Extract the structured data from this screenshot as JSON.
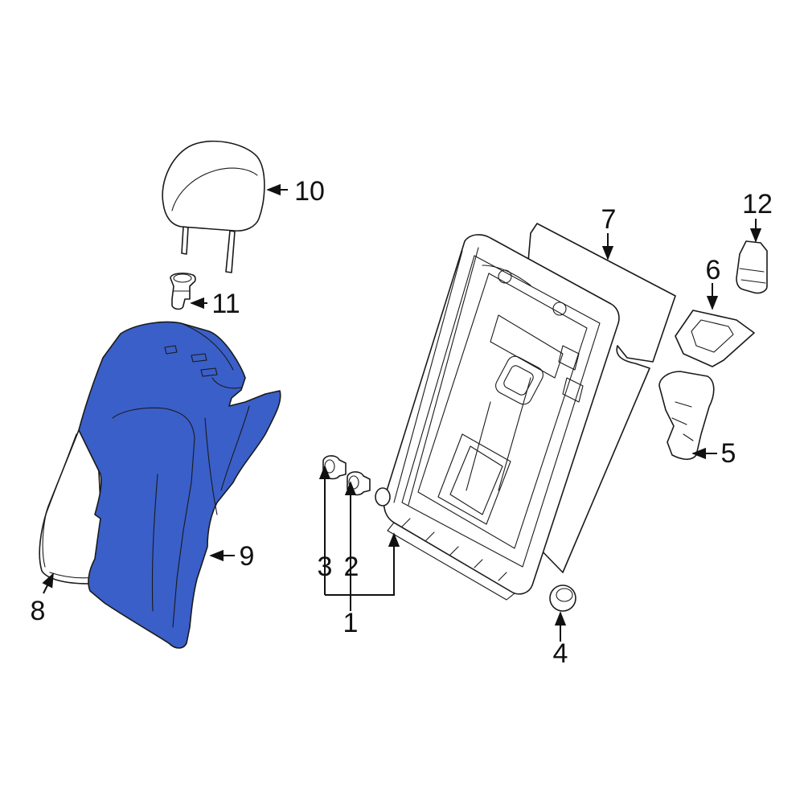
{
  "diagram": {
    "highlight_color": "#3a5fc8",
    "callouts": [
      {
        "id": "c1",
        "text": "1"
      },
      {
        "id": "c2",
        "text": "2"
      },
      {
        "id": "c3",
        "text": "3"
      },
      {
        "id": "c4",
        "text": "4"
      },
      {
        "id": "c5",
        "text": "5"
      },
      {
        "id": "c6",
        "text": "6"
      },
      {
        "id": "c7",
        "text": "7"
      },
      {
        "id": "c8",
        "text": "8"
      },
      {
        "id": "c9",
        "text": "9"
      },
      {
        "id": "c10",
        "text": "10"
      },
      {
        "id": "c11",
        "text": "11"
      },
      {
        "id": "c12",
        "text": "12"
      }
    ]
  }
}
